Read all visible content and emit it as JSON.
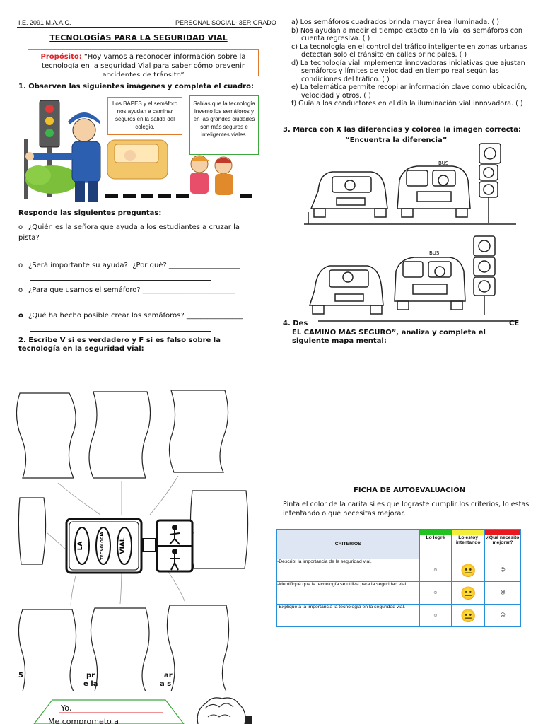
{
  "header": {
    "school": "I.E. 2091 M.A.A.C.",
    "course": "PERSONAL SOCIAL- 3ER GRADO",
    "title": "TECNOLOGÍAS PARA LA SEGURIDAD VIAL"
  },
  "purpose": {
    "label": "Propósito:",
    "text": " “Hoy vamos a reconocer información sobre la tecnología en la seguridad Vial  para saber cómo prevenir accidentes de tránsito”"
  },
  "section1": {
    "title": "1. Observen las siguientes imágenes y completa el cuadro:",
    "bubble_left": "Los BAPES y el semáforo nos ayudan a caminar seguros en la salida del colegio.",
    "bubble_right": "Sabias que la tecnología invento los semáforos  y en las grandes ciudades son más seguros e inteligentes viales.",
    "answer_title": "Responde las siguientes preguntas:",
    "questions": [
      "¿Quién es la señora que ayuda a los estudiantes a cruzar la pista?",
      "¿Será importante su ayuda?. ¿Por qué? ____________________",
      "¿Para que usamos el semáforo? __________________________",
      "¿Qué ha hecho posible crear los semáforos? ________________"
    ]
  },
  "section2": {
    "title": "2. Escribe V si es verdadero y F si es falso sobre la tecnología en la seguridad vial:",
    "items": [
      "a) Los semáforos cuadrados brinda mayor área iluminada. (     )",
      "b) Nos ayudan a medir el tiempo exacto en la vía los semáforos con cuenta regresiva. (     )",
      "c) La tecnología en el control del tráfico inteligente en zonas urbanas detectan solo el tránsito en calles principales. (     )",
      "d) La tecnología vial implementa innovadoras iniciativas que ajustan semáforos y límites de velocidad en tiempo real según las condiciones del tráfico. (     )",
      "e) La telemática permite recopilar información clave como ubicación, velocidad y otros. (     )",
      "f)  Guía a los conductores en el día la iluminación vial innovadora. (     )"
    ]
  },
  "section3": {
    "title": "3. Marca con X las diferencias y colorea la imagen correcta:",
    "subtitle": "“Encuentra la diferencia”",
    "bus_label": "BUS"
  },
  "section4": {
    "line1": "4. Des",
    "line1_end": "CE",
    "line2": "EL CAMINO MAS SEGURO”,  analiza y completa el siguiente mapa mental:"
  },
  "mindmap": {
    "center_words": [
      "LA",
      "TECNOLOGÍA",
      "VIAL"
    ]
  },
  "autoeval": {
    "title": "FICHA DE AUTOEVALUACIÓN",
    "instructions": "Pinta el color de la carita si es que lograste cumplir los criterios, lo estas intentando o qué necesitas mejorar.",
    "col_criteria": "CRITERIOS",
    "col_done": "Lo logré",
    "col_trying": "Lo estoy intentando",
    "col_improve": "¿Qué necesito mejorar?",
    "colors": {
      "done": "#22c21f",
      "trying": "#f2ee3a",
      "improve": "#e8181e"
    },
    "rows": [
      "-Describí la importancia de la seguridad vial.",
      "-Identifiqué que la tecnología se utiliza para la seguridad vial.",
      "-Expliqué a la importancia la tecnología en la seguridad vial."
    ],
    "faces": {
      "happy": "☺",
      "neutral": "😐",
      "sad": "☹"
    }
  },
  "section5": {
    "title_start": "5",
    "title_mid": "pr",
    "title_end": "ar",
    "line2": "e la",
    "line2_end": "a s",
    "yo": "Yo,",
    "commit": "Me comprometo a"
  }
}
